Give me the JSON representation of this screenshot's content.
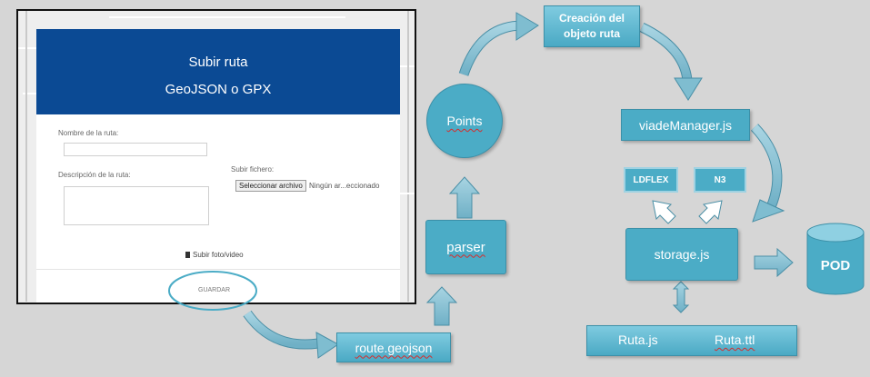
{
  "form": {
    "title_line1": "Subir ruta",
    "title_line2": "GeoJSON o GPX",
    "name_label": "Nombre de la ruta:",
    "desc_label": "Descripción de la ruta:",
    "file_label": "Subir fichero:",
    "file_button": "Seleccionar archivo",
    "file_status": "Ningún ar...eccionado",
    "photo_link": "Subir foto/video",
    "save_button": "GUARDAR"
  },
  "diagram": {
    "route_geojson": "route.geojson",
    "parser": "parser",
    "points": "Points",
    "creacion": "Creación del objeto ruta",
    "viade_manager": "viadeManager.js",
    "ldflex": "LDFLEX",
    "n3": "N3",
    "storage": "storage.js",
    "pod": "POD",
    "ruta_js": "Ruta.js",
    "ruta_ttl": "Ruta.ttl"
  },
  "colors": {
    "accent": "#4bacc6",
    "form_header": "#0b4a94",
    "arrow_fill": "#8fc3d3",
    "arrow_stroke": "#4a8fa6"
  }
}
